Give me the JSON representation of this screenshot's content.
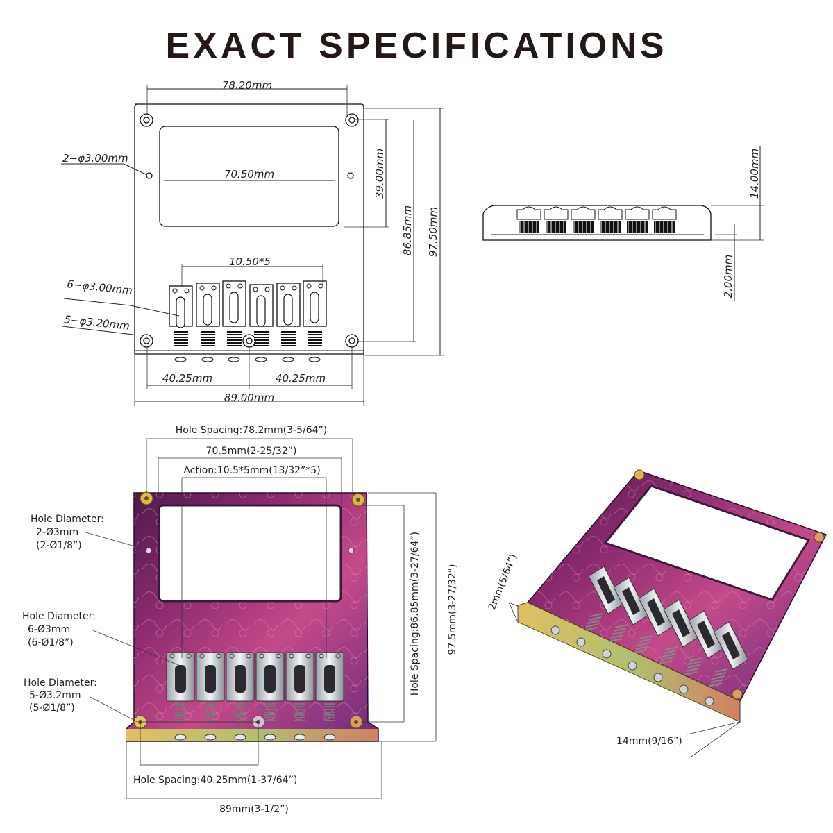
{
  "title": "EXACT SPECIFICATIONS",
  "top_drawing": {
    "hole_spacing": "78.20mm",
    "pickup_width": "70.50mm",
    "pickup_height": "39.00mm",
    "plate_mid": "86.85mm",
    "plate_length": "97.50mm",
    "saddle_spacing": "10.50*5",
    "holes_small": "2−φ3.00mm",
    "holes_saddle": "6−φ3.00mm",
    "holes_mount": "5−φ3.20mm",
    "half_left": "40.25mm",
    "half_right": "40.25mm",
    "plate_width": "89.00mm"
  },
  "side_drawing": {
    "height": "14.00mm",
    "thickness": "2.00mm"
  },
  "photo_front": {
    "hole_spacing": "Hole Spacing:78.2mm(3-5/64”)",
    "pickup_width": "70.5mm(2-25/32”)",
    "action": "Action:10.5*5mm(13/32”*5)",
    "hole_label_1": "Hole Diameter:",
    "hole_value_1": "2-Ø3mm",
    "hole_inch_1": "(2-Ø1/8”)",
    "hole_label_2": "Hole Diameter:",
    "hole_value_2": "6-Ø3mm",
    "hole_inch_2": "(6-Ø1/8”)",
    "hole_label_3": "Hole Diameter:",
    "hole_value_3": "5-Ø3.2mm",
    "hole_inch_3": "(5-Ø1/8”)",
    "hole_spacing_mid": "Hole Spacing:86.85mm(3-27/64”)",
    "length": "97.5mm(3-27/32”)",
    "bottom_spacing": "Hole Spacing:40.25mm(1-37/64”)",
    "width": "89mm(3-1/2”)"
  },
  "photo_angle": {
    "thickness": "2mm(5/64”)",
    "height": "14mm(9/16”)"
  },
  "colors": {
    "plate_purple": "#8a2a6e",
    "plate_pink": "#c44a8a",
    "plate_gold": "#d9b84a",
    "chrome": "#d8dbe0"
  }
}
